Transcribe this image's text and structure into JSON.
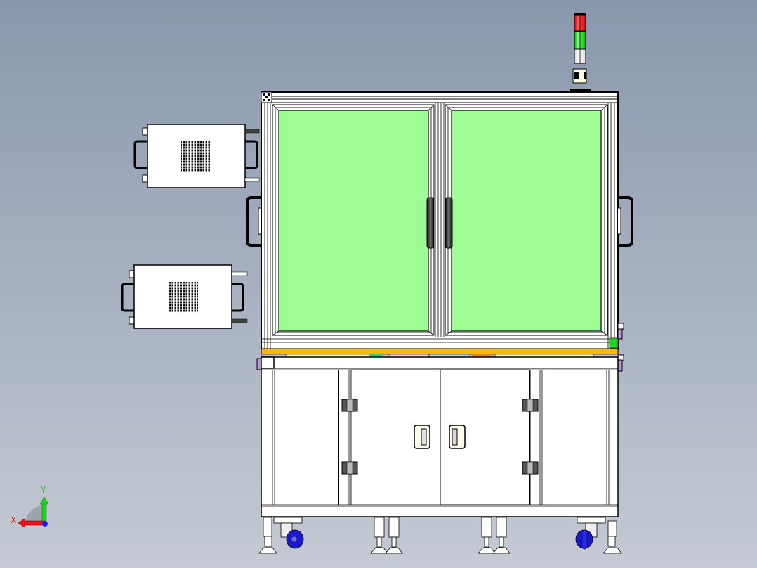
{
  "viewport": {
    "type": "cad-3d-view",
    "view_orientation": "front",
    "background_top": "#8a98ad",
    "background_bottom": "#c5cad4"
  },
  "triad": {
    "x_label": "X",
    "y_label": "Y",
    "x_color": "#e8141b",
    "y_color": "#1ed41e",
    "z_color": "#1a1aff"
  },
  "model": {
    "name": "enclosed-machine-assembly",
    "colors": {
      "glass": "#9dfd94",
      "frame": "#ffffff",
      "outline": "#000000",
      "base_plate": "#f5b90f",
      "strip_yellow": "#fff8b0",
      "strip_pink": "#f2cbe8",
      "strip_blue": "#b9d2e6",
      "strip_orange": "#d98a2b",
      "caster_wheel": "#1a1acc",
      "bracket_purple": "#b59ad6",
      "hinge_dark": "#555555",
      "handle_dark": "#222222",
      "tower_red": "#ff1a1a",
      "tower_green": "#1ee61e",
      "tower_white": "#f4f4f4"
    },
    "components": [
      "signal-tower",
      "upper-frame",
      "left-glass-door",
      "right-glass-door",
      "base-plate",
      "lower-cabinet",
      "cabinet-doors",
      "casters",
      "leveling-feet",
      "control-box-upper",
      "control-box-lower",
      "side-handle-left",
      "side-handle-right"
    ]
  }
}
